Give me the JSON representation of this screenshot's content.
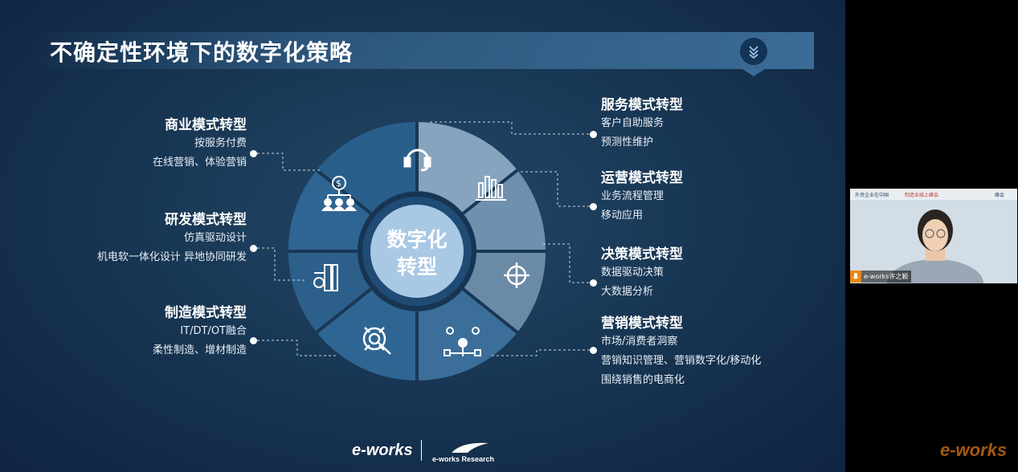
{
  "slide": {
    "title": "不确定性环境下的数字化策略",
    "center": {
      "line1": "数字化",
      "line2": "转型"
    },
    "left_groups": [
      {
        "heading": "商业模式转型",
        "items": [
          "按服务付费",
          "在线营销、体验营销"
        ]
      },
      {
        "heading": "研发模式转型",
        "items": [
          "仿真驱动设计",
          "机电软一体化设计 异地协同研发"
        ]
      },
      {
        "heading": "制造模式转型",
        "items": [
          "IT/DT/OT融合",
          "柔性制造、增材制造"
        ]
      }
    ],
    "right_groups": [
      {
        "heading": "服务模式转型",
        "items": [
          "客户自助服务",
          "预测性维护"
        ]
      },
      {
        "heading": "运营模式转型",
        "items": [
          "业务流程管理",
          "移动应用"
        ]
      },
      {
        "heading": "决策模式转型",
        "items": [
          "数据驱动决策",
          "大数据分析"
        ]
      },
      {
        "heading": "营销模式转型",
        "items": [
          "市场/消费者洞察",
          "营销知识管理、营销数字化/移动化",
          "围绕销售的电商化"
        ]
      }
    ],
    "segment_icons": [
      "headset-icon",
      "bar-chart-icon",
      "crosshair-icon",
      "marketing-network-icon",
      "gear-wrench-icon",
      "mechanical-design-icon",
      "organization-chart-icon"
    ],
    "footer": {
      "logo": "e-works",
      "research": "e-works Research"
    }
  },
  "video": {
    "name_tag": "e-works许之颖",
    "top_left": "外资企业在中国",
    "top_mid": "制造业线上峰会",
    "top_right": "峰会"
  },
  "watermark": "e-works",
  "colors": {
    "slide_bg": "#183754",
    "ring_dark": "#2a5f8c",
    "ring_light": "#7a9ab5",
    "center": "#a9c8e4"
  }
}
